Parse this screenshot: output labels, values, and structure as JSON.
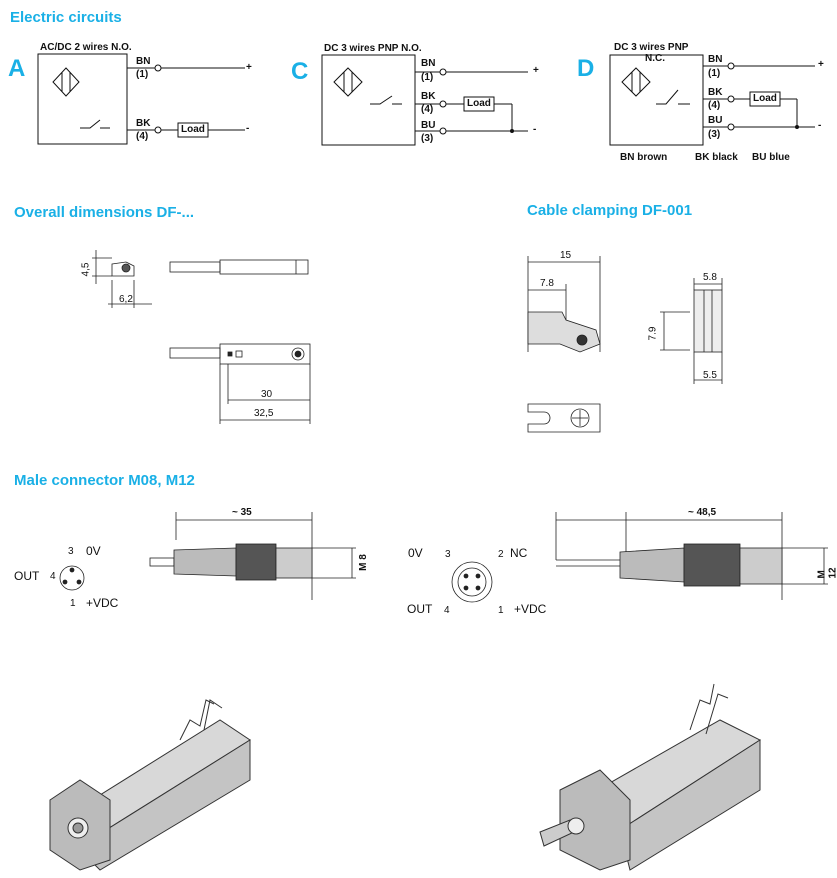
{
  "sections": {
    "circuits_title": "Electric circuits",
    "dims_title": "Overall  dimensions  DF-...",
    "clamp_title": "Cable clamping DF-001",
    "connector_title": "Male connector  M08, M12"
  },
  "circuits": {
    "A": {
      "letter": "A",
      "caption": "AC/DC 2 wires N.O.",
      "w1": "BN",
      "n1": "(1)",
      "w2": "BK",
      "n2": "(4)",
      "load": "Load",
      "plus": "+",
      "minus": "-"
    },
    "C": {
      "letter": "C",
      "caption": "DC 3 wires PNP N.O.",
      "w1": "BN",
      "n1": "(1)",
      "w2": "BK",
      "n2": "(4)",
      "w3": "BU",
      "n3": "(3)",
      "load": "Load",
      "plus": "+",
      "minus": "-"
    },
    "D": {
      "letter": "D",
      "caption": "DC 3 wires PNP",
      "caption2": "N.C.",
      "w1": "BN",
      "n1": "(1)",
      "w2": "BK",
      "n2": "(4)",
      "w3": "BU",
      "n3": "(3)",
      "load": "Load",
      "plus": "+",
      "minus": "-"
    },
    "legend": {
      "bn": "BN brown",
      "bk": "BK black",
      "bu": "BU blue"
    }
  },
  "dims": {
    "h": "4,5",
    "w": "6,2",
    "l1": "30",
    "l2": "32,5"
  },
  "clamp": {
    "w15": "15",
    "w78": "7.8",
    "w58": "5.8",
    "h79": "7.9",
    "w55": "5.5"
  },
  "m8": {
    "pin3": "3",
    "v0": "0V",
    "out": "OUT",
    "pin4": "4",
    "pin1": "1",
    "vdc": "+VDC",
    "len": "~ 35",
    "size": "M 8"
  },
  "m12": {
    "v0": "0V",
    "pin3": "3",
    "pin2": "2",
    "nc": "NC",
    "out": "OUT",
    "pin4": "4",
    "pin1": "1",
    "vdc": "+VDC",
    "len": "~ 48,5",
    "size": "M 12"
  }
}
